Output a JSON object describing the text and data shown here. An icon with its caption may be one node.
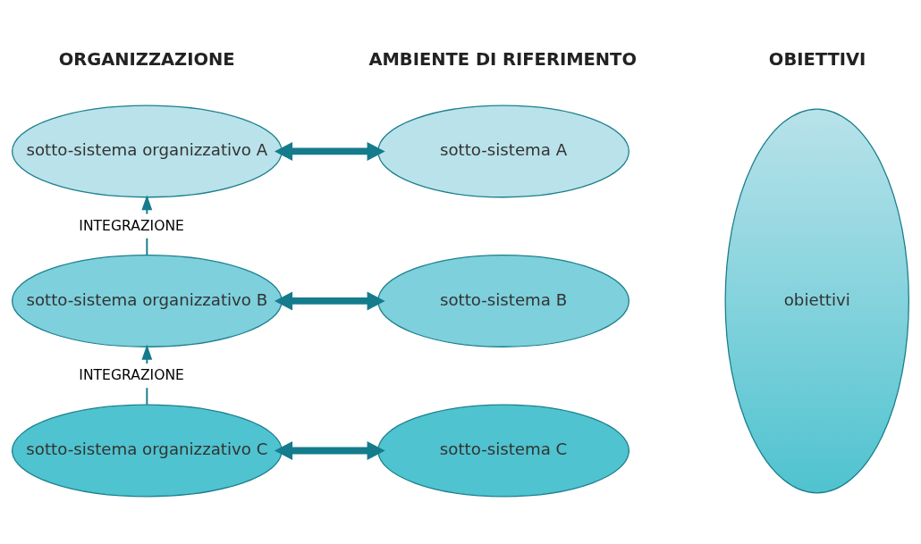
{
  "diagram": {
    "nodes": [
      {
        "text": [
          "sotto-sistema organizzativo A"
        ]
      },
      {
        "text": [
          "sotto-sistema organizzativo B"
        ]
      },
      {
        "text": [
          "sotto-sistema organizzativo C"
        ]
      },
      {
        "text": [
          "sotto-sistema A"
        ]
      },
      {
        "text": [
          "sotto-sistema B"
        ]
      },
      {
        "text": [
          "sotto-sistema C"
        ]
      },
      {
        "text": [
          "obiettivi"
        ]
      }
    ],
    "edges": [
      {
        "from": 1,
        "to": 0,
        "arrow": "to",
        "label": "INTEGRAZIONE"
      },
      {
        "from": 2,
        "to": 1,
        "arrow": "to",
        "label": "INTEGRAZIONE"
      },
      {
        "from": 0,
        "to": 3,
        "arrow": "both"
      },
      {
        "from": 1,
        "to": 4,
        "arrow": "both"
      },
      {
        "from": 2,
        "to": 5,
        "arrow": "both"
      }
    ],
    "labels": [
      "ORGANIZZAZIONE",
      "AMBIENTE DI RIFERIMENTO",
      "OBIETTIVI"
    ]
  }
}
